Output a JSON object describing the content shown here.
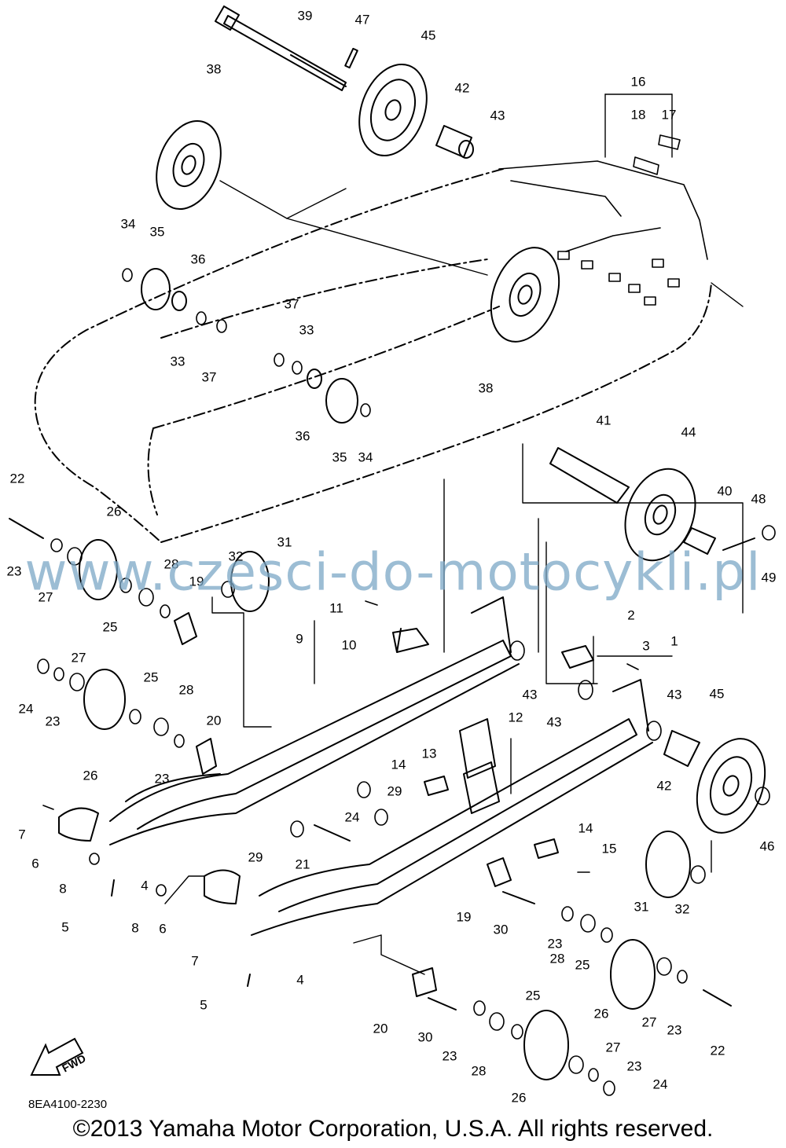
{
  "diagram": {
    "watermark": "www.czesci-do-motocykli.pl",
    "diagram_code": "8EA4100-2230",
    "copyright": "©2013 Yamaha Motor Corporation, U.S.A. All rights reserved.",
    "fwd_label": "FWD",
    "colors": {
      "ink": "#000000",
      "watermark": "#7ba7c6",
      "paper": "#ffffff"
    },
    "part_labels": [
      "39",
      "47",
      "45",
      "42",
      "43",
      "38",
      "16",
      "18",
      "17",
      "34",
      "35",
      "36",
      "33",
      "37",
      "37",
      "33",
      "36",
      "35",
      "34",
      "38",
      "41",
      "44",
      "40",
      "48",
      "49",
      "22",
      "26",
      "23",
      "27",
      "28",
      "25",
      "32",
      "31",
      "19",
      "11",
      "9",
      "10",
      "2",
      "3",
      "1",
      "43",
      "43",
      "43",
      "45",
      "27",
      "24",
      "23",
      "25",
      "28",
      "26",
      "20",
      "23",
      "12",
      "13",
      "14",
      "29",
      "24",
      "42",
      "46",
      "7",
      "6",
      "8",
      "4",
      "29",
      "21",
      "14",
      "15",
      "5",
      "8",
      "6",
      "19",
      "30",
      "31",
      "32",
      "23",
      "28",
      "25",
      "7",
      "4",
      "5",
      "26",
      "27",
      "23",
      "22",
      "20",
      "30",
      "25",
      "23",
      "28",
      "27",
      "23",
      "24",
      "26"
    ]
  }
}
